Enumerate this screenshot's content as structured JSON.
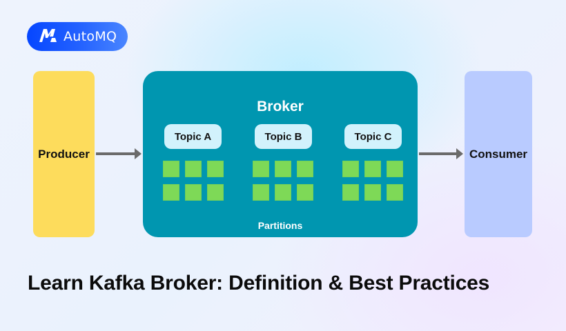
{
  "brand": {
    "name": "AutoMQ",
    "logo_icon": "automq-m-logo-icon",
    "colors": {
      "pill_start": "#0646ff",
      "pill_end": "#4a86ff"
    }
  },
  "diagram": {
    "producer": {
      "label": "Producer",
      "color": "#fddc5c"
    },
    "broker": {
      "label": "Broker",
      "color": "#0096b0",
      "topics": [
        {
          "label": "Topic A",
          "partition_count": 6
        },
        {
          "label": "Topic B",
          "partition_count": 6
        },
        {
          "label": "Topic C",
          "partition_count": 6
        }
      ],
      "partitions_label": "Partitions",
      "topic_color": "#d2f2fc",
      "partition_color": "#7ed957"
    },
    "consumer": {
      "label": "Consumer",
      "color": "#b9cbff"
    },
    "arrows": [
      {
        "from": "Producer",
        "to": "Broker",
        "icon": "arrow-right-icon"
      },
      {
        "from": "Broker",
        "to": "Consumer",
        "icon": "arrow-right-icon"
      }
    ],
    "arrow_color": "#6b6b6b"
  },
  "page": {
    "title": "Learn Kafka Broker: Definition & Best Practices"
  }
}
